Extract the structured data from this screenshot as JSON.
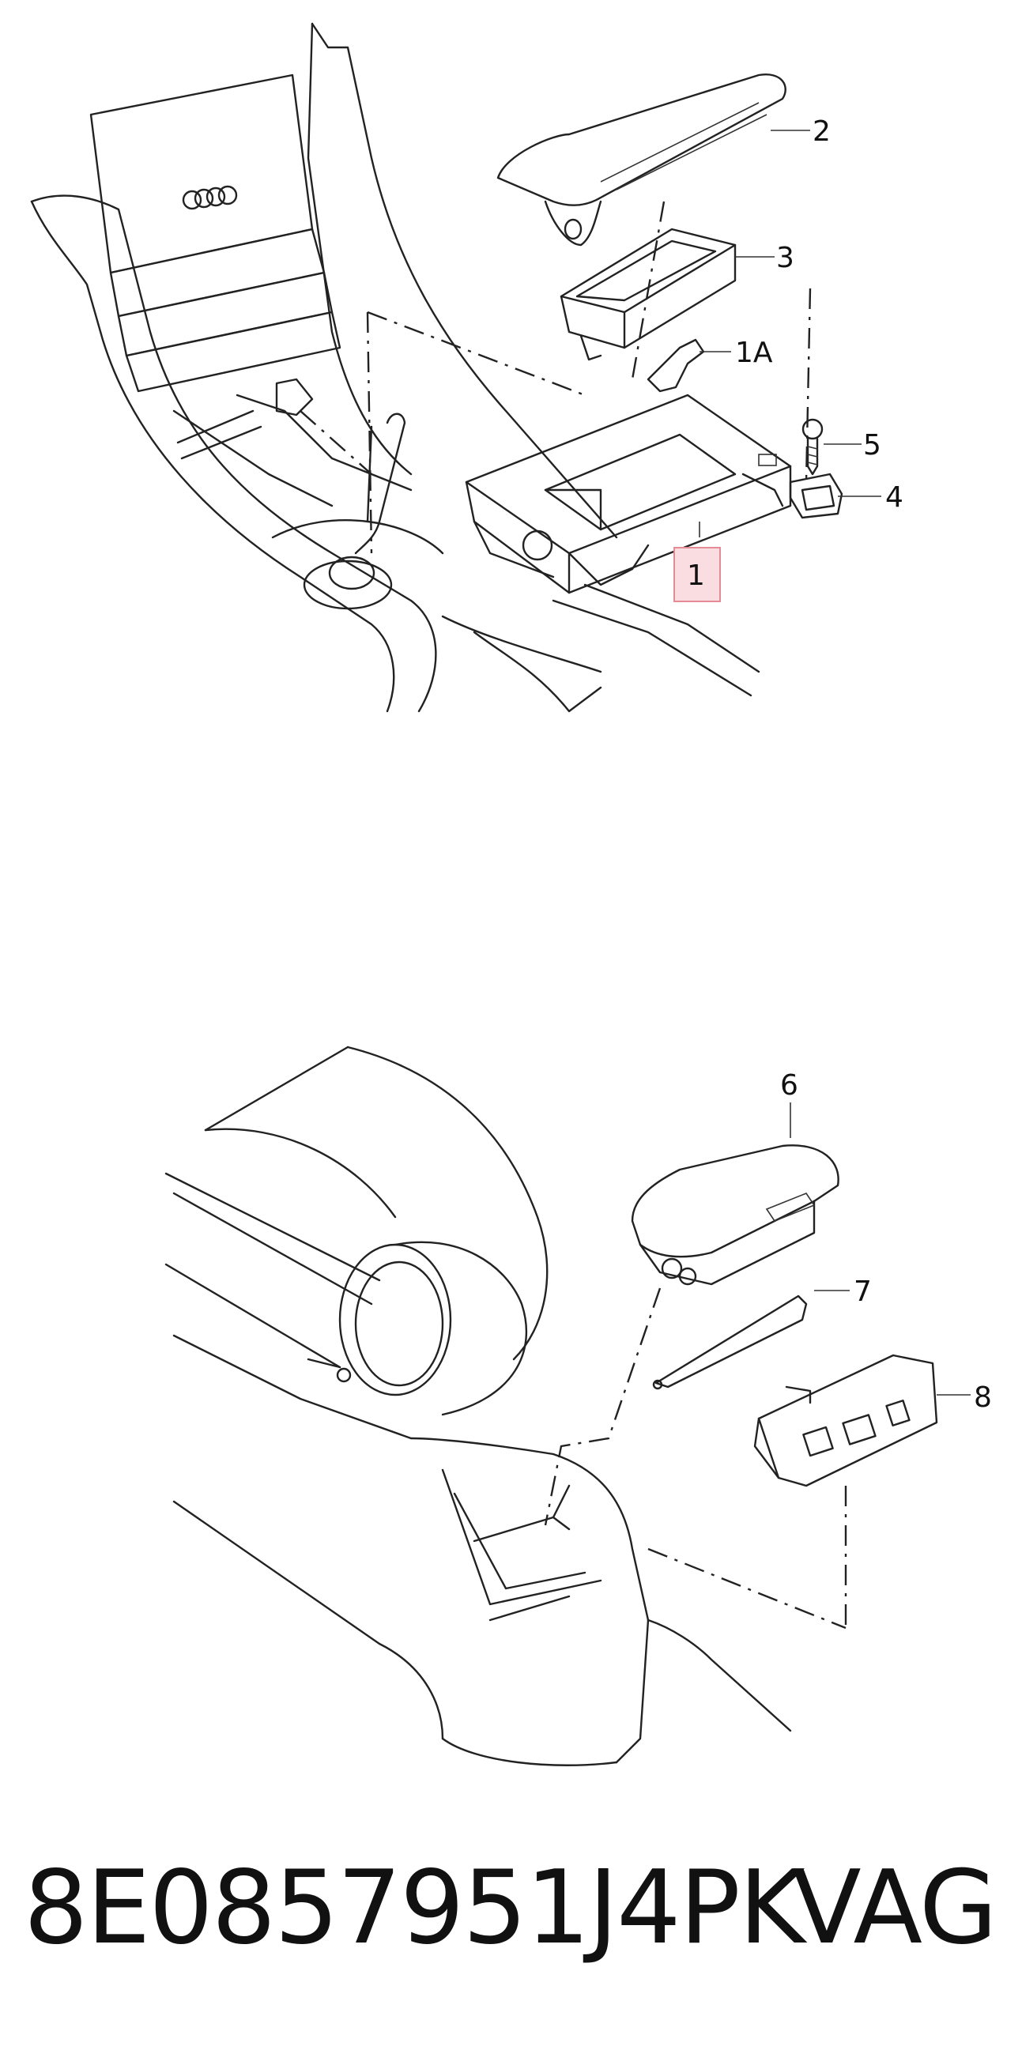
{
  "callouts": {
    "c1": "1",
    "c1a": "1A",
    "c2": "2",
    "c3": "3",
    "c4": "4",
    "c5": "5",
    "c6": "6",
    "c7": "7",
    "c8": "8"
  },
  "footer": {
    "part_number": "8E0857951J4PK",
    "brand": "VAG"
  },
  "colors": {
    "line": "#222222",
    "highlight_fill": "#f9dde0",
    "highlight_stroke": "#e58b95",
    "background": "#ffffff"
  }
}
